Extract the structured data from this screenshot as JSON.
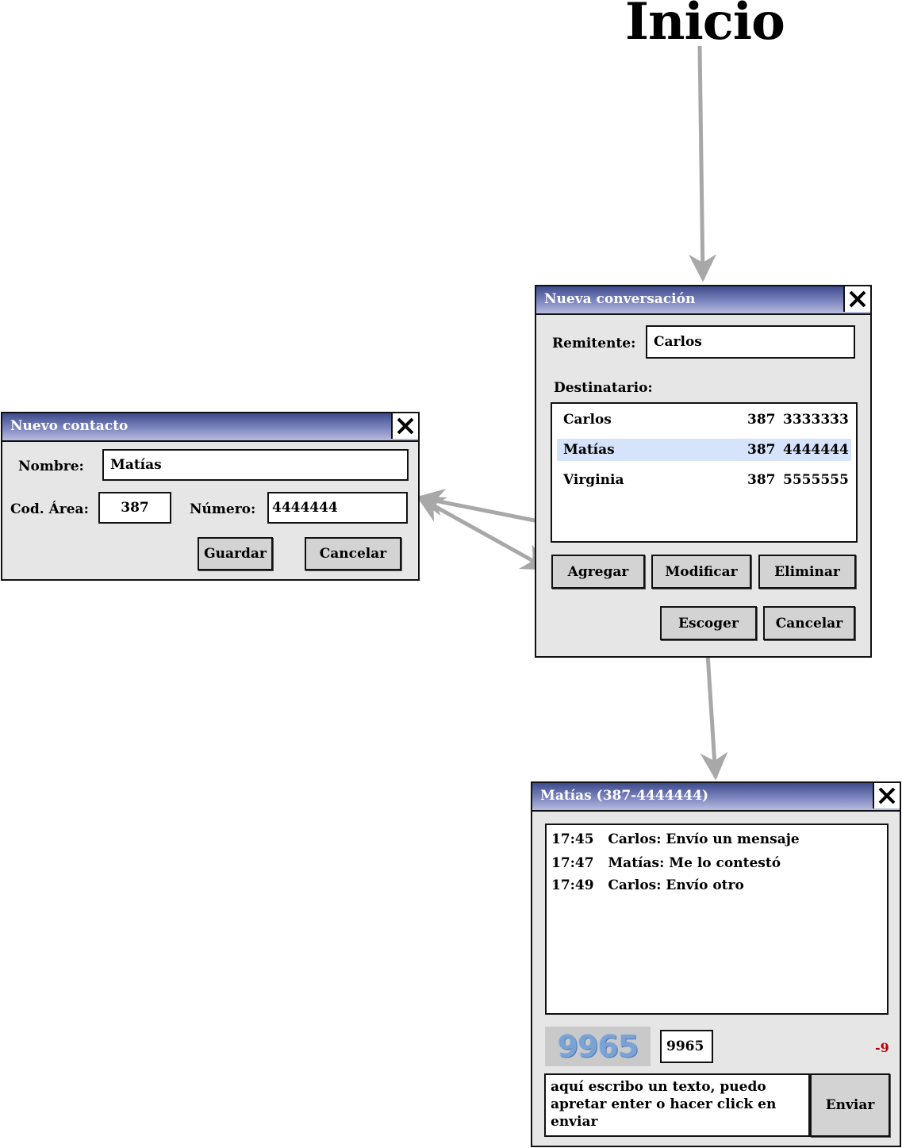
{
  "start_label": "Inicio",
  "contact_dialog": {
    "title": "Nuevo contacto",
    "name_label": "Nombre:",
    "name_value": "Matías",
    "area_label": "Cod. Área:",
    "area_value": "387",
    "number_label": "Número:",
    "number_value": "4444444",
    "save_button": "Guardar",
    "cancel_button": "Cancelar"
  },
  "conversation_dialog": {
    "title": "Nueva conversación",
    "sender_label": "Remitente:",
    "sender_value": "Carlos",
    "recipient_label": "Destinatario:",
    "contacts": [
      {
        "name": "Carlos",
        "area": "387",
        "number": "3333333",
        "selected": false
      },
      {
        "name": "Matías",
        "area": "387",
        "number": "4444444",
        "selected": true
      },
      {
        "name": "Virginia",
        "area": "387",
        "number": "5555555",
        "selected": false
      }
    ],
    "add_button": "Agregar",
    "modify_button": "Modificar",
    "delete_button": "Eliminar",
    "choose_button": "Escoger",
    "cancel_button": "Cancelar"
  },
  "chat_window": {
    "title": "Matías (387-4444444)",
    "messages": [
      {
        "time": "17:45",
        "text": "Carlos: Envío un mensaje"
      },
      {
        "time": "17:47",
        "text": "Matías: Me lo contestó"
      },
      {
        "time": "17:49",
        "text": "Carlos: Envío otro"
      }
    ],
    "captcha_image_text": "9965",
    "captcha_value": "9965",
    "char_counter": "-9",
    "message_value": "aquí escribo un texto, puedo apretar enter o hacer click en enviar",
    "send_button": "Enviar"
  },
  "colors": {
    "titlebar_dark": "#3e4b8c",
    "titlebar_light": "#b7bcde",
    "window_bg": "#e6e6e6",
    "button_bg": "#d3d3d3",
    "selection": "#d5e3fb",
    "arrow": "#a8a8a8",
    "counter": "#c00000"
  }
}
